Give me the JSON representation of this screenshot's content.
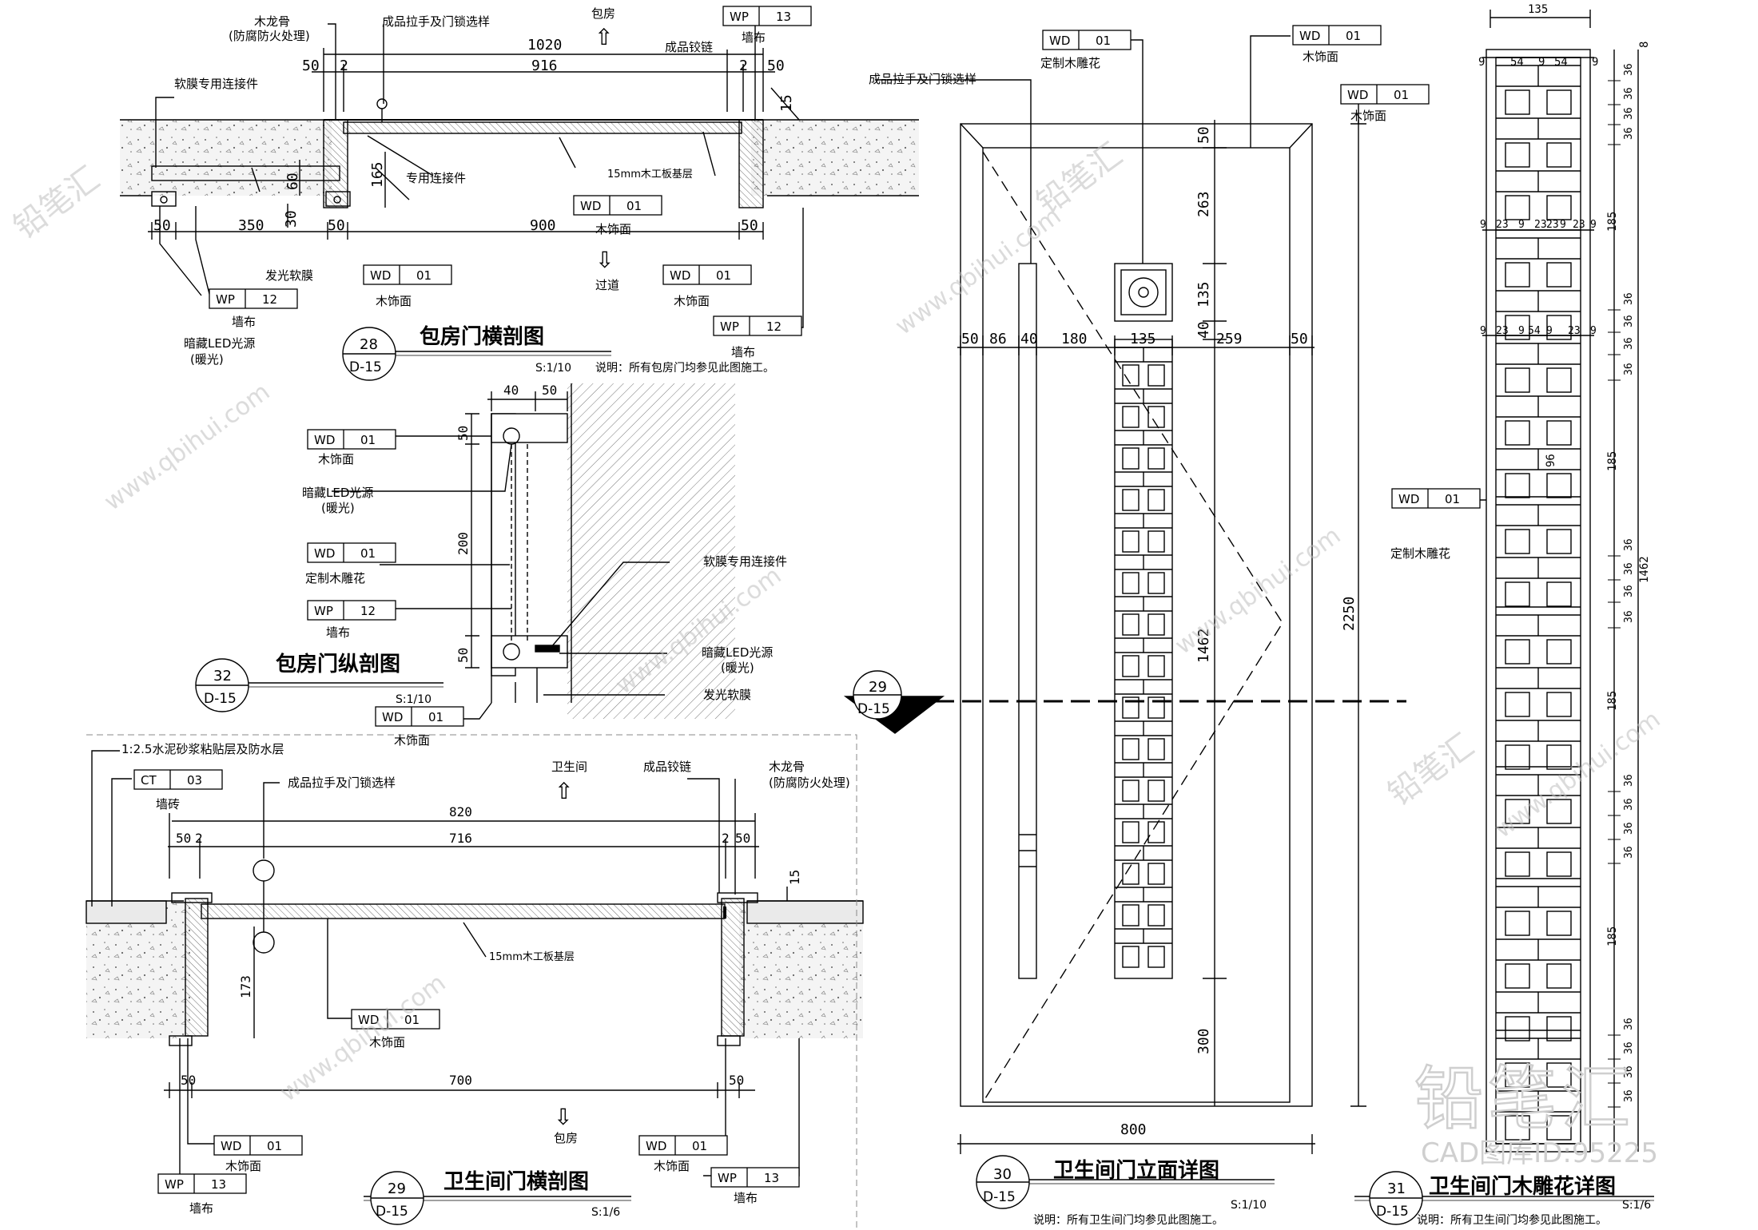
{
  "sheet": {
    "watermark": "www.qbihui.com",
    "watermark_brand": "铅笔汇",
    "logo_text": "铅笔汇",
    "logo_code": "CAD图库ID:95225"
  },
  "d28": {
    "num": "28",
    "sheet": "D-15",
    "title": "包房门横剖图",
    "scale": "S:1/10",
    "note": "说明：所有包房门均参见此图施工。",
    "labels": {
      "keel": "木龙骨",
      "keel_sub": "(防腐防火处理)",
      "handle": "成品拉手及门锁选样",
      "room": "包房",
      "hinge": "成品铰链",
      "wall_fabric": "墙布",
      "connector_film": "软膜专用连接件",
      "connector": "专用连接件",
      "board": "15mm木工板基层",
      "wood_face": "木饰面",
      "light_film": "发光软膜",
      "led": "暗藏LED光源",
      "led_sub": "(暖光)",
      "corridor": "过道"
    },
    "tags": {
      "wp13": [
        "WP",
        "13"
      ],
      "wd01a": [
        "WD",
        "01"
      ],
      "wd01b": [
        "WD",
        "01"
      ],
      "wd01c": [
        "WD",
        "01"
      ],
      "wp12a": [
        "WP",
        "12"
      ],
      "wp12b": [
        "WP",
        "12"
      ]
    },
    "dims": {
      "top_total": "1020",
      "top_left": "50",
      "top_s1": "2",
      "top_mid": "916",
      "top_s2": "2",
      "top_right": "50",
      "d15": "15",
      "d165": "165",
      "d60": "60",
      "d30": "30",
      "b50a": "50",
      "b350": "350",
      "b50b": "50",
      "b900": "900",
      "b50c": "50"
    }
  },
  "d32": {
    "num": "32",
    "sheet": "D-15",
    "title": "包房门纵剖图",
    "scale": "S:1/10",
    "labels": {
      "wood_face": "木饰面",
      "led": "暗藏LED光源",
      "led_sub": "(暖光)",
      "carving": "定制木雕花",
      "wall_fabric": "墙布",
      "connector_film": "软膜专用连接件",
      "light_film": "发光软膜",
      "wood_face2": "木饰面"
    },
    "tags": {
      "wd01a": [
        "WD",
        "01"
      ],
      "wd01b": [
        "WD",
        "01"
      ],
      "wp12": [
        "WP",
        "12"
      ],
      "wd01c": [
        "WD",
        "01"
      ]
    },
    "dims": {
      "d40": "40",
      "d50": "50",
      "v50a": "50",
      "v200": "200",
      "v50b": "50"
    }
  },
  "d29": {
    "num": "29",
    "sheet": "D-15",
    "title": "卫生间门横剖图",
    "scale": "S:1/6",
    "labels": {
      "mortar": "1:2.5水泥砂浆粘贴层及防水层",
      "tile": "墙砖",
      "handle": "成品拉手及门锁选样",
      "wc": "卫生间",
      "hinge": "成品铰链",
      "keel": "木龙骨",
      "keel_sub": "(防腐防火处理)",
      "board": "15mm木工板基层",
      "wood_face": "木饰面",
      "room": "包房",
      "wall_fabric": "墙布"
    },
    "tags": {
      "ct03": [
        "CT",
        "03"
      ],
      "wd01a": [
        "WD",
        "01"
      ],
      "wd01b": [
        "WD",
        "01"
      ],
      "wp13a": [
        "WP",
        "13"
      ],
      "wd01c": [
        "WD",
        "01"
      ],
      "wp13b": [
        "WP",
        "13"
      ]
    },
    "dims": {
      "t820": "820",
      "t50a": "50",
      "t2a": "2",
      "t716": "716",
      "t2b": "2",
      "t50b": "50",
      "d15": "15",
      "d173": "173",
      "b50a": "50",
      "b700": "700",
      "b50b": "50"
    }
  },
  "d30": {
    "num": "30",
    "sheet": "D-15",
    "title": "卫生间门立面详图",
    "scale": "S:1/10",
    "note": "说明：所有卫生间门均参见此图施工。",
    "section_num": "29",
    "section_sheet": "D-15",
    "labels": {
      "handle": "成品拉手及门锁选样",
      "carving": "定制木雕花",
      "wood_face": "木饰面",
      "wood_face2": "木饰面"
    },
    "tags": {
      "wd01a": [
        "WD",
        "01"
      ],
      "wd01b": [
        "WD",
        "01"
      ],
      "wd01c": [
        "WD",
        "01"
      ]
    },
    "dims": {
      "h50a": "50",
      "h86": "86",
      "h40": "40",
      "h180": "180",
      "h135": "135",
      "h259": "259",
      "h50b": "50",
      "v50": "50",
      "v263": "263",
      "v135": "135",
      "v40": "40",
      "v1462": "1462",
      "v300": "300",
      "v2250": "2250",
      "w800": "800"
    }
  },
  "d31": {
    "num": "31",
    "sheet": "D-15",
    "title": "卫生间门木雕花详图",
    "scale": "S:1/6",
    "note": "说明：所有卫生间门均参见此图施工。",
    "labels": {
      "carving": "定制木雕花"
    },
    "tags": {
      "wd01": [
        "WD",
        "01"
      ]
    },
    "dims": {
      "w135": "135",
      "t9a": "9",
      "t54a": "54",
      "t9b": "9",
      "t54b": "54",
      "t9c": "9",
      "r1": [
        "9",
        "23",
        "9",
        "23",
        "23",
        "9",
        "23",
        "9"
      ],
      "r2": [
        "9",
        "23",
        "9",
        "54",
        "9",
        "23",
        "9"
      ],
      "v36": "36",
      "v185": "185",
      "v96": "96",
      "v8": "8",
      "v1462": "1462"
    }
  }
}
